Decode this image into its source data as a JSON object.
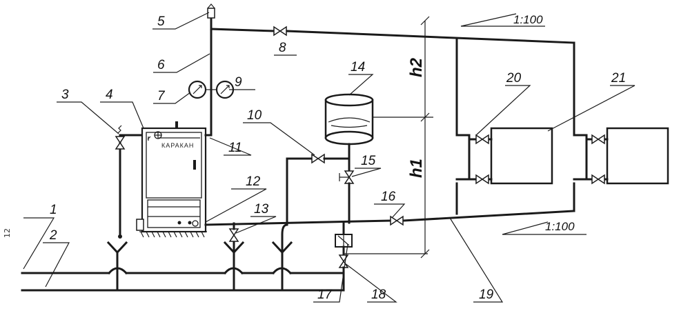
{
  "diagram": {
    "labels": [
      "1",
      "2",
      "3",
      "4",
      "5",
      "6",
      "7",
      "8",
      "9",
      "10",
      "11",
      "12",
      "13",
      "14",
      "15",
      "16",
      "17",
      "18",
      "19",
      "20",
      "21"
    ],
    "dimensions": {
      "h1": "h1",
      "h2": "h2"
    },
    "slopes": {
      "upper": "1:100",
      "lower": "1:100"
    },
    "boiler_brand": "КАРАКАН",
    "page_number": "12"
  }
}
